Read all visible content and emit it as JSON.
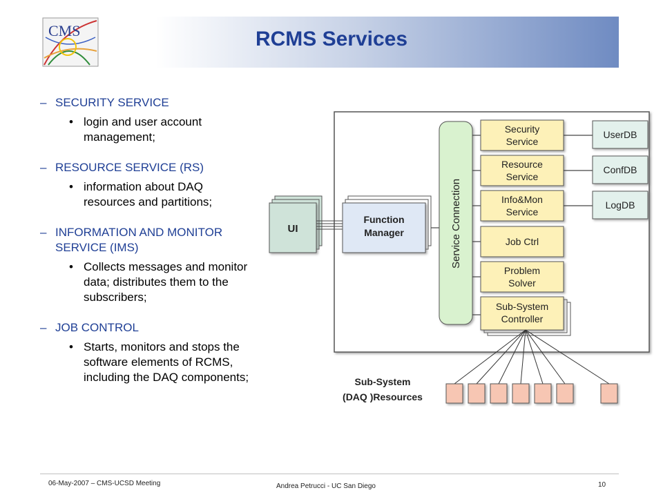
{
  "title": "RCMS Services",
  "logo_text": "CMS",
  "sections": [
    {
      "heading": "SECURITY SERVICE",
      "bullets": [
        "login and user account",
        "management;"
      ]
    },
    {
      "heading": "RESOURCE SERVICE (RS)",
      "bullets": [
        "information about DAQ",
        "resources and partitions;"
      ]
    },
    {
      "heading_lines": [
        "INFORMATION AND MONITOR",
        "SERVICE (IMS)"
      ],
      "bullets": [
        "Collects messages and monitor",
        "data; distributes them to the",
        "subscribers;"
      ]
    },
    {
      "heading": "JOB CONTROL",
      "bullets": [
        "Starts, monitors and stops the",
        "software elements of RCMS,",
        "including the DAQ components;"
      ]
    }
  ],
  "diagram": {
    "ui": "UI",
    "function_manager": [
      "Function",
      "Manager"
    ],
    "service_connection": "Service Connection",
    "services": [
      [
        "Security",
        "Service"
      ],
      [
        "Resource",
        "Service"
      ],
      [
        "Info&Mon",
        "Service"
      ],
      [
        "Job Ctrl"
      ],
      [
        "Problem",
        "Solver"
      ],
      [
        "Sub-System",
        "Controller"
      ]
    ],
    "dbs": [
      "UserDB",
      "ConfDB",
      "LogDB"
    ],
    "resources_label": [
      "Sub-System",
      "(DAQ )Resources"
    ]
  },
  "footer": {
    "left": "06-May-2007 – CMS-UCSD Meeting",
    "center": "Andrea Petrucci - UC San Diego",
    "page": "10"
  },
  "colors": {
    "title": "#1f3f95",
    "service_fill": "#fdf1b8",
    "db_fill": "#e3f1ec",
    "ui_fill": "#cfe3d9",
    "connection_fill": "#d9f2cf",
    "resource_fill": "#f7c6b3"
  }
}
